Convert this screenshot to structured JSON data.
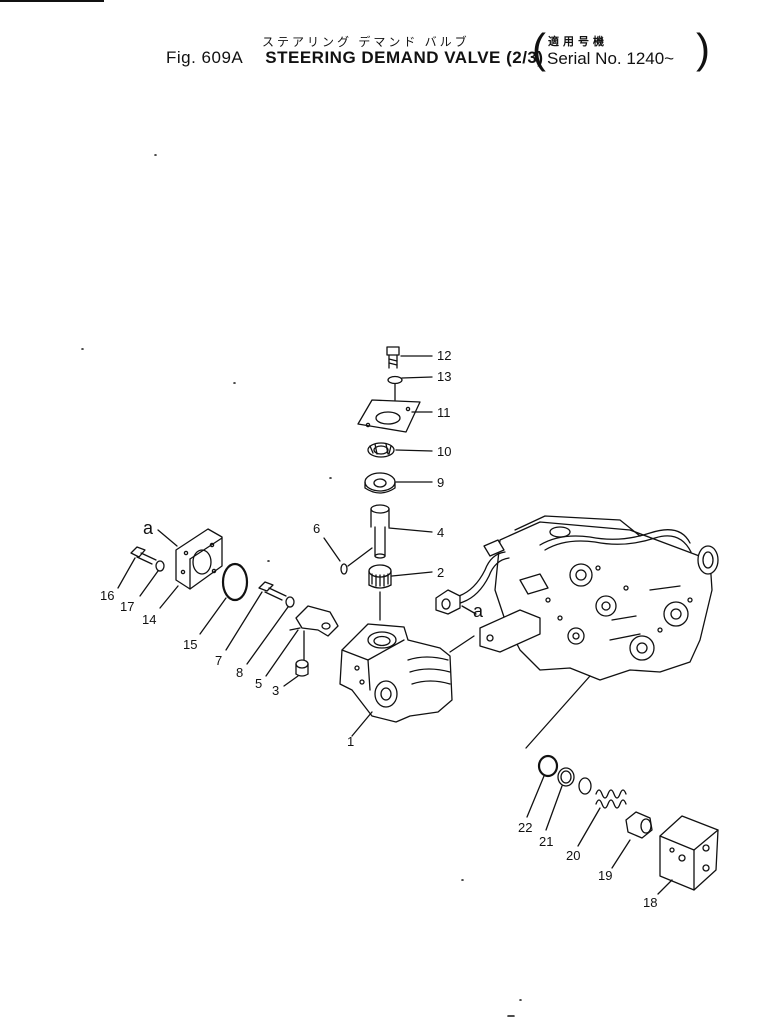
{
  "header": {
    "title_jp": "ステアリング デマンド バルブ",
    "fig_label": "Fig. 609A",
    "title_en": "STEERING DEMAND VALVE (2/3)",
    "serial_jp": "適用号機",
    "serial_en": "Serial No. 1240~"
  },
  "callouts": {
    "n1": "1",
    "n2": "2",
    "n3": "3",
    "n4": "4",
    "n5": "5",
    "n6": "6",
    "n7": "7",
    "n8": "8",
    "n9": "9",
    "n10": "10",
    "n11": "11",
    "n12": "12",
    "n13": "13",
    "n14": "14",
    "n15": "15",
    "n16": "16",
    "n17": "17",
    "n18": "18",
    "n19": "19",
    "n20": "20",
    "n21": "21",
    "n22": "22",
    "a_left": "a",
    "a_right": "a"
  }
}
